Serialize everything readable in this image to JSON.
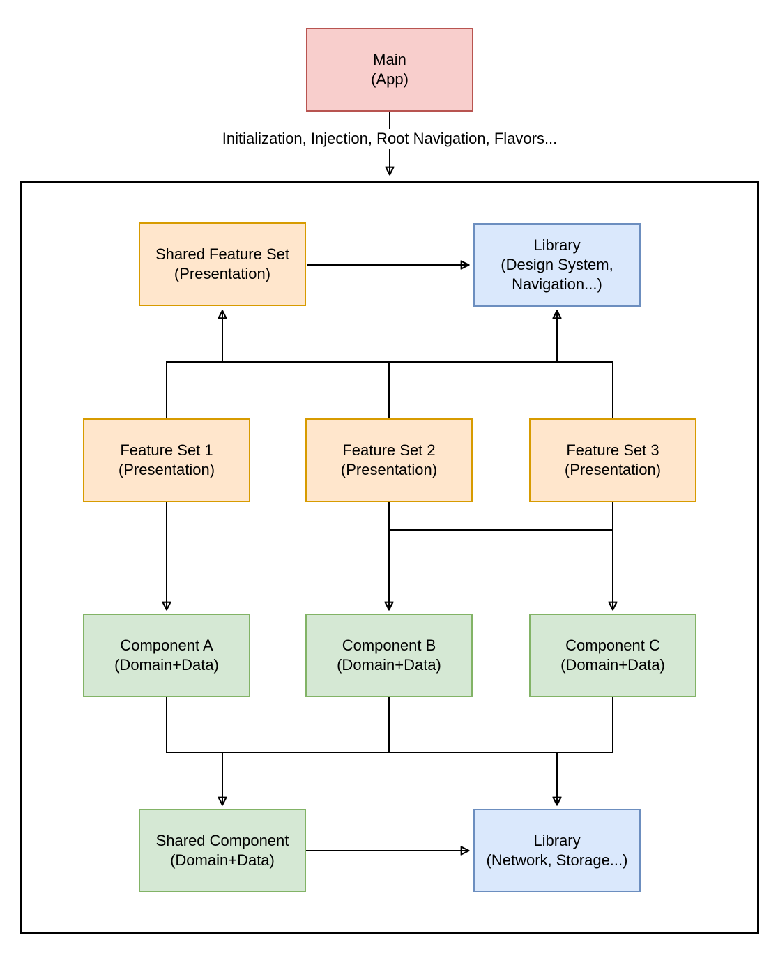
{
  "diagram": {
    "edge_label": "Initialization, Injection, Root Navigation, Flavors...",
    "nodes": {
      "main": {
        "label": "Main\n(App)",
        "type": "red"
      },
      "shared_feature_set": {
        "label": "Shared Feature Set\n(Presentation)",
        "type": "orange"
      },
      "library_top": {
        "label": "Library\n(Design System,\nNavigation...)",
        "type": "blue"
      },
      "feature_set_1": {
        "label": "Feature Set 1\n(Presentation)",
        "type": "orange"
      },
      "feature_set_2": {
        "label": "Feature Set 2\n(Presentation)",
        "type": "orange"
      },
      "feature_set_3": {
        "label": "Feature Set 3\n(Presentation)",
        "type": "orange"
      },
      "component_a": {
        "label": "Component A\n(Domain+Data)",
        "type": "green"
      },
      "component_b": {
        "label": "Component B\n(Domain+Data)",
        "type": "green"
      },
      "component_c": {
        "label": "Component C\n(Domain+Data)",
        "type": "green"
      },
      "shared_component": {
        "label": "Shared Component\n(Domain+Data)",
        "type": "green"
      },
      "library_bottom": {
        "label": "Library\n(Network, Storage...)",
        "type": "blue"
      }
    },
    "edges": [
      {
        "from": "main",
        "to": "app-container",
        "label": "Initialization, Injection, Root Navigation, Flavors...",
        "arrow": true
      },
      {
        "from": "shared_feature_set",
        "to": "library_top",
        "arrow": true
      },
      {
        "from": "feature_set_1",
        "to": "shared_feature_set",
        "arrow": true
      },
      {
        "from": "feature_set_2",
        "to": "shared_feature_set",
        "arrow": true
      },
      {
        "from": "feature_set_3",
        "to": "library_top",
        "arrow": true
      },
      {
        "from": "feature_set_1",
        "to": "component_a",
        "arrow": true
      },
      {
        "from": "feature_set_2",
        "to": "component_b",
        "arrow": true
      },
      {
        "from": "feature_set_3",
        "to": "component_c",
        "arrow": true
      },
      {
        "from": "feature_set_2",
        "to": "component_c",
        "arrow": true
      },
      {
        "from": "component_a",
        "to": "shared_component",
        "arrow": true
      },
      {
        "from": "component_b",
        "to": "shared_component",
        "arrow": true
      },
      {
        "from": "component_c",
        "to": "library_bottom",
        "arrow": true
      },
      {
        "from": "shared_component",
        "to": "library_bottom",
        "arrow": true
      }
    ]
  },
  "colors": {
    "red_fill": "#f8cecc",
    "red_stroke": "#b85450",
    "orange_fill": "#ffe6cc",
    "orange_stroke": "#d79b00",
    "blue_fill": "#dae8fc",
    "blue_stroke": "#6c8ebf",
    "green_fill": "#d5e8d4",
    "green_stroke": "#82b366",
    "line_color": "#000000"
  }
}
